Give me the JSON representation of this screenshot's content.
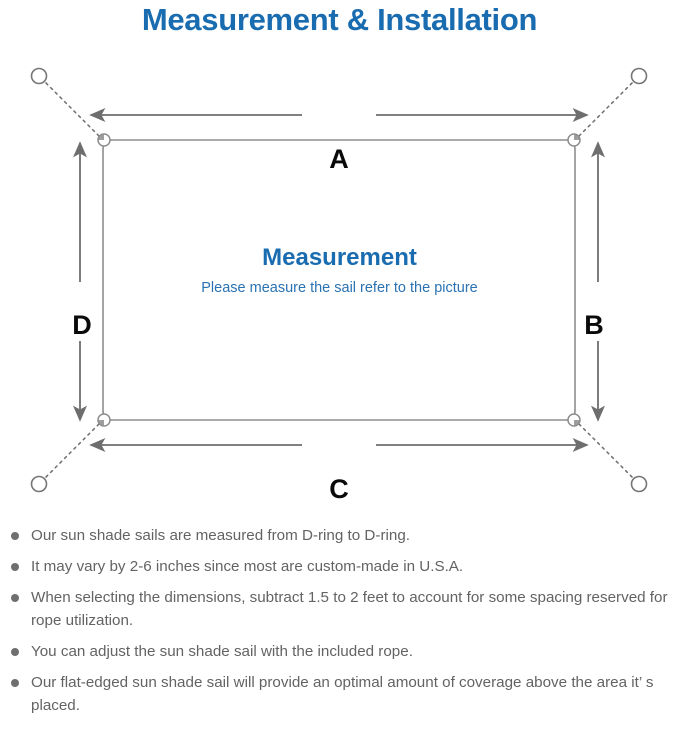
{
  "header": {
    "title": "Measurement & Installation",
    "title_color": "#1a6cb0"
  },
  "diagram": {
    "center_title": "Measurement",
    "center_subtitle": "Please measure the sail refer to the picture",
    "dimension_labels": {
      "top": "A",
      "right": "B",
      "bottom": "C",
      "left": "D"
    },
    "colors": {
      "sail_outline": "#8d8d8d",
      "arrow": "#6e6e6e",
      "anchor": "#757575",
      "dashed_rope": "#6e6e6e",
      "label_text": "#0a0a0a",
      "center_title_color": "#1a6cb0",
      "center_subtitle_color": "#2a72b2"
    },
    "anchors": [
      {
        "name": "anchor-top-left"
      },
      {
        "name": "anchor-top-right"
      },
      {
        "name": "anchor-bottom-left"
      },
      {
        "name": "anchor-bottom-right"
      }
    ],
    "d_rings": [
      {
        "name": "d-ring-top-left"
      },
      {
        "name": "d-ring-top-right"
      },
      {
        "name": "d-ring-bottom-left"
      },
      {
        "name": "d-ring-bottom-right"
      }
    ]
  },
  "notes": {
    "bullet_color": "#6f6f6f",
    "text_color": "#636363",
    "items": [
      "Our sun shade sails are measured from D-ring to D-ring.",
      "It may vary by 2-6 inches since most are custom-made in U.S.A.",
      "When selecting the dimensions, subtract 1.5 to 2 feet to account for some spacing reserved for rope utilization.",
      "You can adjust the sun shade sail with the included rope.",
      "Our flat-edged sun shade sail will provide an optimal amount of coverage above the area it’  s placed."
    ]
  }
}
